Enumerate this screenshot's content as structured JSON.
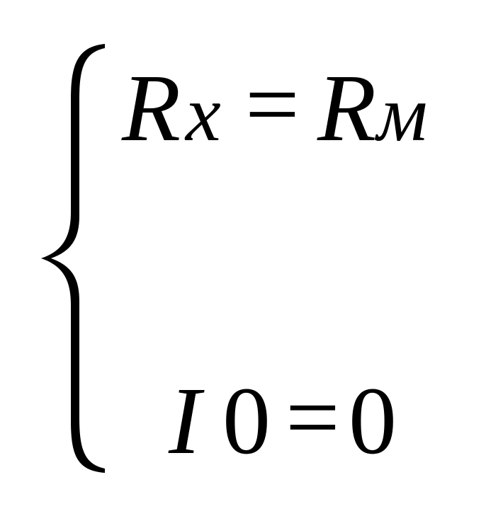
{
  "system": {
    "line1": {
      "lhs_main": "R",
      "lhs_sub": "x",
      "op": "=",
      "rhs_main": "R",
      "rhs_sub": "м"
    },
    "line2": {
      "lhs_main": "I",
      "lhs_sub": "0",
      "op": "=",
      "rhs": "0"
    }
  }
}
